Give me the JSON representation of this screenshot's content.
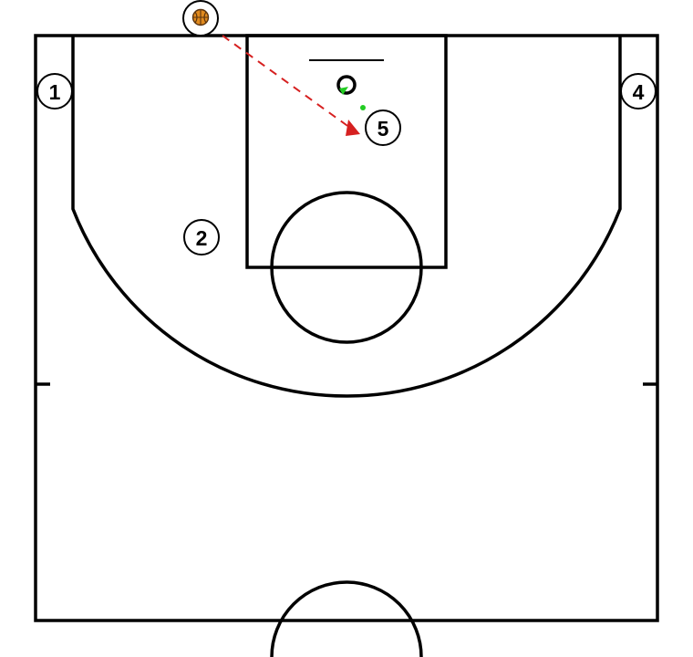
{
  "players": [
    {
      "id": "player-1",
      "label": "1"
    },
    {
      "id": "player-2",
      "label": "2"
    },
    {
      "id": "player-4",
      "label": "4"
    },
    {
      "id": "player-5",
      "label": "5"
    }
  ],
  "ball": {
    "icon": "basketball-icon",
    "color": "#e08a1e"
  },
  "pass": {
    "from": "ball-handler",
    "to": "player-5",
    "style": "dashed",
    "color": "#d62020"
  },
  "colors": {
    "court_lines": "#000000",
    "pass_arrow": "#d62020",
    "ball": "#e08a1e",
    "screen_marker": "#22cc22"
  }
}
